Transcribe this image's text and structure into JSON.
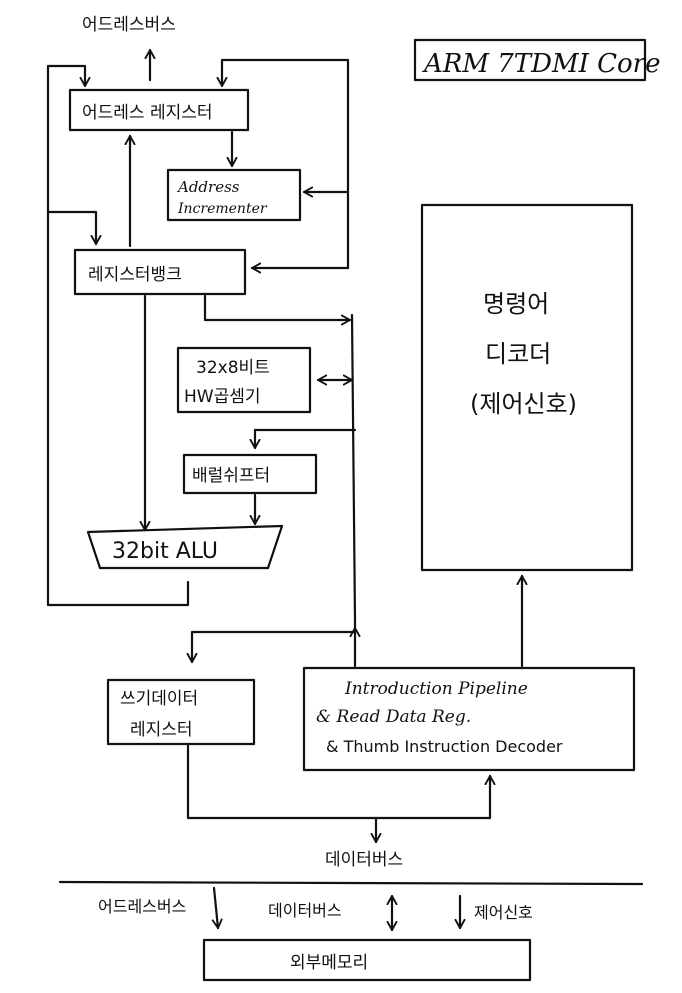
{
  "title": "ARM 7TDMI Core",
  "address_bus_top": "어드레스버스",
  "address_register": "어드레스 레지스터",
  "address_incrementer": [
    "Address",
    "Incrementer"
  ],
  "register_bank": "레지스터뱅크",
  "multiplier": [
    "32x8비트",
    "HW곱셈기"
  ],
  "barrel_shifter": "배럴쉬프터",
  "alu": "32bit ALU",
  "instruction_decoder": [
    "명령어",
    "디코더",
    "(제어신호)"
  ],
  "write_data_register": [
    "쓰기데이터",
    "레지스터"
  ],
  "pipeline": [
    "Introduction Pipeline",
    "& Read Data Reg.",
    "& Thumb Instruction Decoder"
  ],
  "data_bus": "데이터버스",
  "bottom_address_bus": "어드레스버스",
  "bottom_data_bus": "데이터버스",
  "control_signal": "제어신호",
  "external_memory": "외부메모리"
}
